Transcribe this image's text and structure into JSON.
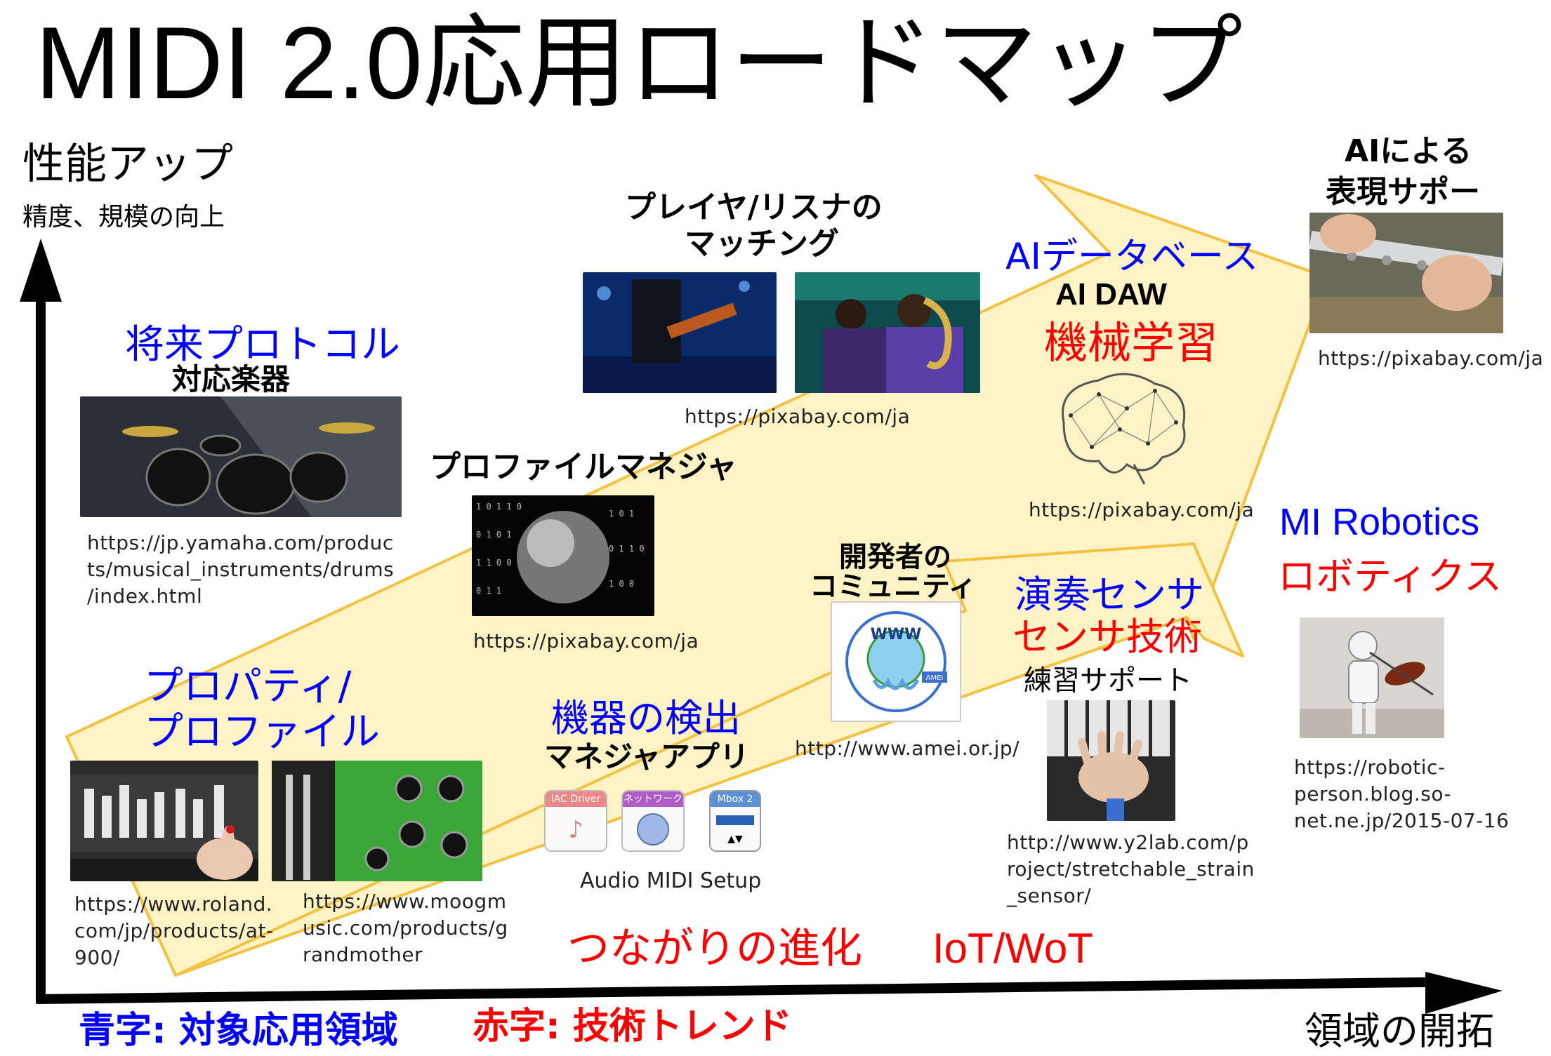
{
  "title": "MIDI 2.0応用ロードマップ",
  "y_axis": {
    "label": "性能アップ",
    "sublabel": "精度、規模の向上"
  },
  "x_axis": {
    "label": "領域の開拓"
  },
  "legend": {
    "blue": "青字: 対象応用領域",
    "red": "赤字: 技術トレンド"
  },
  "trend": {
    "text1": "つながりの進化",
    "text2": "IoT/WoT"
  },
  "colors": {
    "blue": "#0000ff",
    "red": "#ff0000",
    "arrow_fill": "#fdf3c4",
    "arrow_stroke": "#f4c242"
  },
  "nodes": {
    "property": {
      "line1": "プロパティ/",
      "line2": "プロファイル",
      "url1": "https://www.roland.\ncom/jp/products/at-\n900/",
      "url2": "https://www.moogm\nusic.com/products/g\nrandmother"
    },
    "protocol": {
      "line1": "将来プロトコル",
      "line2": "対応楽器",
      "url": "https://jp.yamaha.com/produc\nts/musical_instruments/drums\n/index.html"
    },
    "detect": {
      "line1": "機器の検出",
      "line2": "マネジャアプリ",
      "caption": "Audio MIDI Setup",
      "icon1": "IAC Driver",
      "icon2": "ネットワーク",
      "icon3": "Mbox 2"
    },
    "profile_mgr": {
      "label": "プロファイルマネジャ",
      "url": "https://pixabay.com/ja"
    },
    "matching": {
      "line1": "プレイヤ/リスナの",
      "line2": "マッチング",
      "url": "https://pixabay.com/ja"
    },
    "community": {
      "line1": "開発者の",
      "line2": "コミュニティ",
      "url": "http://www.amei.or.jp/",
      "logo_text": "WWW",
      "logo_badge": "AMEI"
    },
    "sensor": {
      "line1": "演奏センサ",
      "line2": "センサ技術",
      "line3": "練習サポート",
      "url": "http://www.y2lab.com/p\nroject/stretchable_strain\n_sensor/"
    },
    "ai_db": {
      "line1": "AIデータベース",
      "line2": "AI DAW",
      "line3": "機械学習",
      "url": "https://pixabay.com/ja"
    },
    "ai_expr": {
      "line1": "AIによる",
      "line2": "表現サポー",
      "url": "https://pixabay.com/ja"
    },
    "robotics": {
      "line1": "MI Robotics",
      "line2": "ロボティクス",
      "url": "https://robotic-\nperson.blog.so-\nnet.ne.jp/2015-07-16"
    }
  }
}
